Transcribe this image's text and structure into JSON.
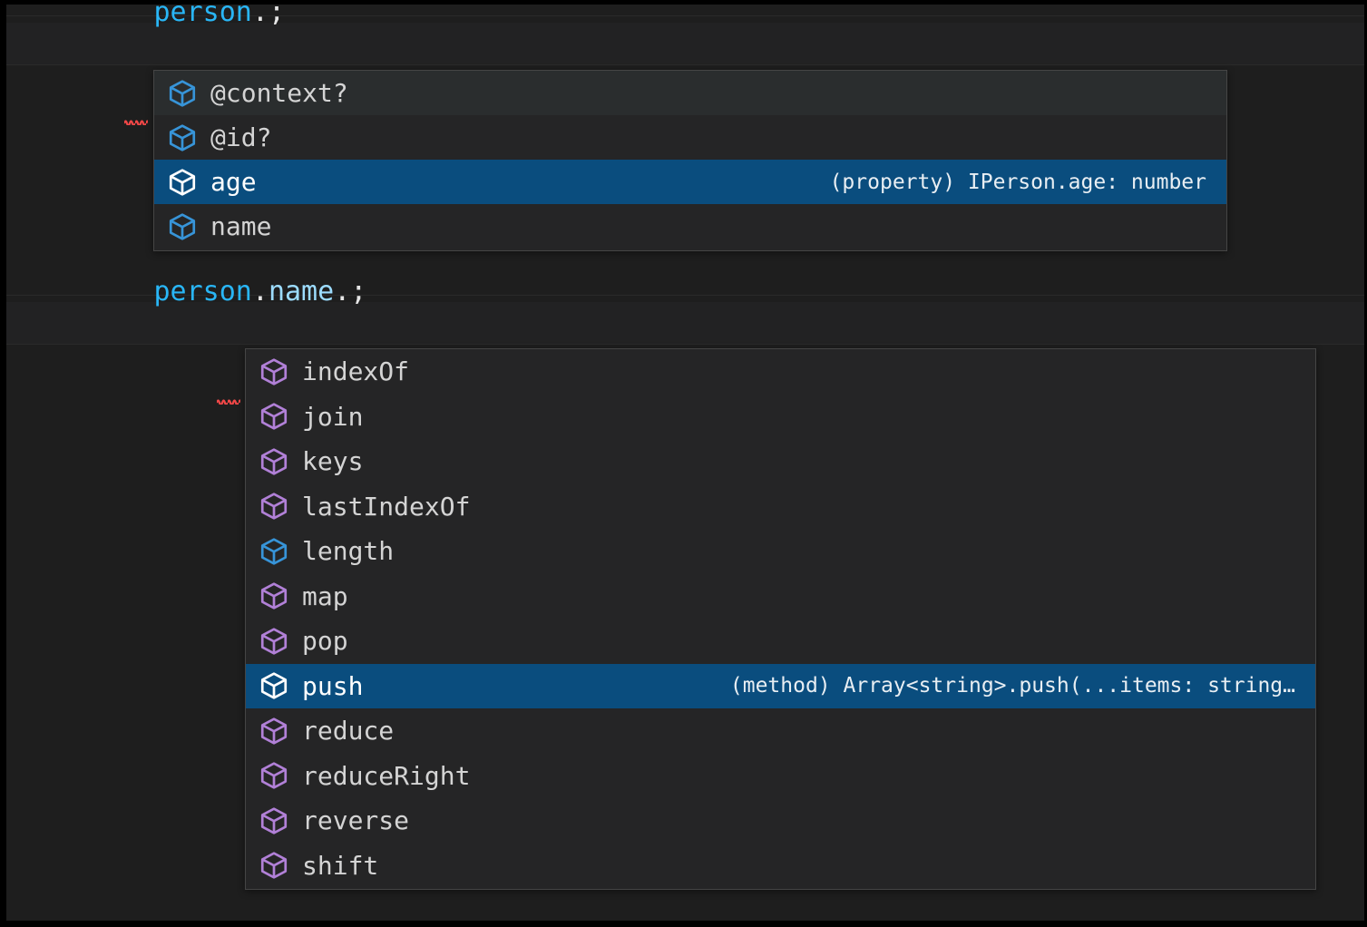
{
  "editor": {
    "theme_colors": {
      "background": "#1e1e1e",
      "line_background": "#222223",
      "popup_background": "#252526",
      "popup_border": "#454545",
      "selected_row": "#0a4d7e",
      "hover_row": "#2a2d2e",
      "variable": "#29b6f6",
      "property": "#9cdcfe",
      "punctuation": "#e6e6e6",
      "error_squiggle": "#f04747",
      "method_icon": "#b180d7",
      "property_icon": "#3794d8",
      "selected_icon": "#ffffff"
    },
    "lines": [
      {
        "tokens": [
          {
            "text": "person",
            "kind": "variable"
          },
          {
            "text": ".",
            "kind": "punctuation"
          },
          {
            "text": ";",
            "kind": "punctuation"
          }
        ],
        "plain": "person.;",
        "has_error": true
      },
      {
        "tokens": [
          {
            "text": "person",
            "kind": "variable"
          },
          {
            "text": ".",
            "kind": "punctuation"
          },
          {
            "text": "name",
            "kind": "property"
          },
          {
            "text": ".",
            "kind": "punctuation"
          },
          {
            "text": ";",
            "kind": "punctuation"
          }
        ],
        "plain": "person.name.;",
        "has_error": true
      }
    ]
  },
  "suggest_members": {
    "name": "person-members",
    "items": [
      {
        "label": "@context?",
        "icon": "property-cube-icon",
        "icon_kind": "property",
        "detail": "",
        "state": "hover"
      },
      {
        "label": "@id?",
        "icon": "property-cube-icon",
        "icon_kind": "property",
        "detail": "",
        "state": "normal"
      },
      {
        "label": "age",
        "icon": "property-cube-icon",
        "icon_kind": "selected",
        "detail": "(property) IPerson.age: number",
        "state": "selected"
      },
      {
        "label": "name",
        "icon": "property-cube-icon",
        "icon_kind": "property",
        "detail": "",
        "state": "normal"
      }
    ]
  },
  "suggest_array": {
    "name": "array-members",
    "items": [
      {
        "label": "indexOf",
        "icon": "method-cube-icon",
        "icon_kind": "method",
        "detail": "",
        "state": "normal"
      },
      {
        "label": "join",
        "icon": "method-cube-icon",
        "icon_kind": "method",
        "detail": "",
        "state": "normal"
      },
      {
        "label": "keys",
        "icon": "method-cube-icon",
        "icon_kind": "method",
        "detail": "",
        "state": "normal"
      },
      {
        "label": "lastIndexOf",
        "icon": "method-cube-icon",
        "icon_kind": "method",
        "detail": "",
        "state": "normal"
      },
      {
        "label": "length",
        "icon": "property-cube-icon",
        "icon_kind": "property",
        "detail": "",
        "state": "normal"
      },
      {
        "label": "map",
        "icon": "method-cube-icon",
        "icon_kind": "method",
        "detail": "",
        "state": "normal"
      },
      {
        "label": "pop",
        "icon": "method-cube-icon",
        "icon_kind": "method",
        "detail": "",
        "state": "normal"
      },
      {
        "label": "push",
        "icon": "method-cube-icon",
        "icon_kind": "selected",
        "detail": "(method) Array<string>.push(...items: string…",
        "state": "selected"
      },
      {
        "label": "reduce",
        "icon": "method-cube-icon",
        "icon_kind": "method",
        "detail": "",
        "state": "normal"
      },
      {
        "label": "reduceRight",
        "icon": "method-cube-icon",
        "icon_kind": "method",
        "detail": "",
        "state": "normal"
      },
      {
        "label": "reverse",
        "icon": "method-cube-icon",
        "icon_kind": "method",
        "detail": "",
        "state": "normal"
      },
      {
        "label": "shift",
        "icon": "method-cube-icon",
        "icon_kind": "method",
        "detail": "",
        "state": "normal"
      }
    ]
  }
}
